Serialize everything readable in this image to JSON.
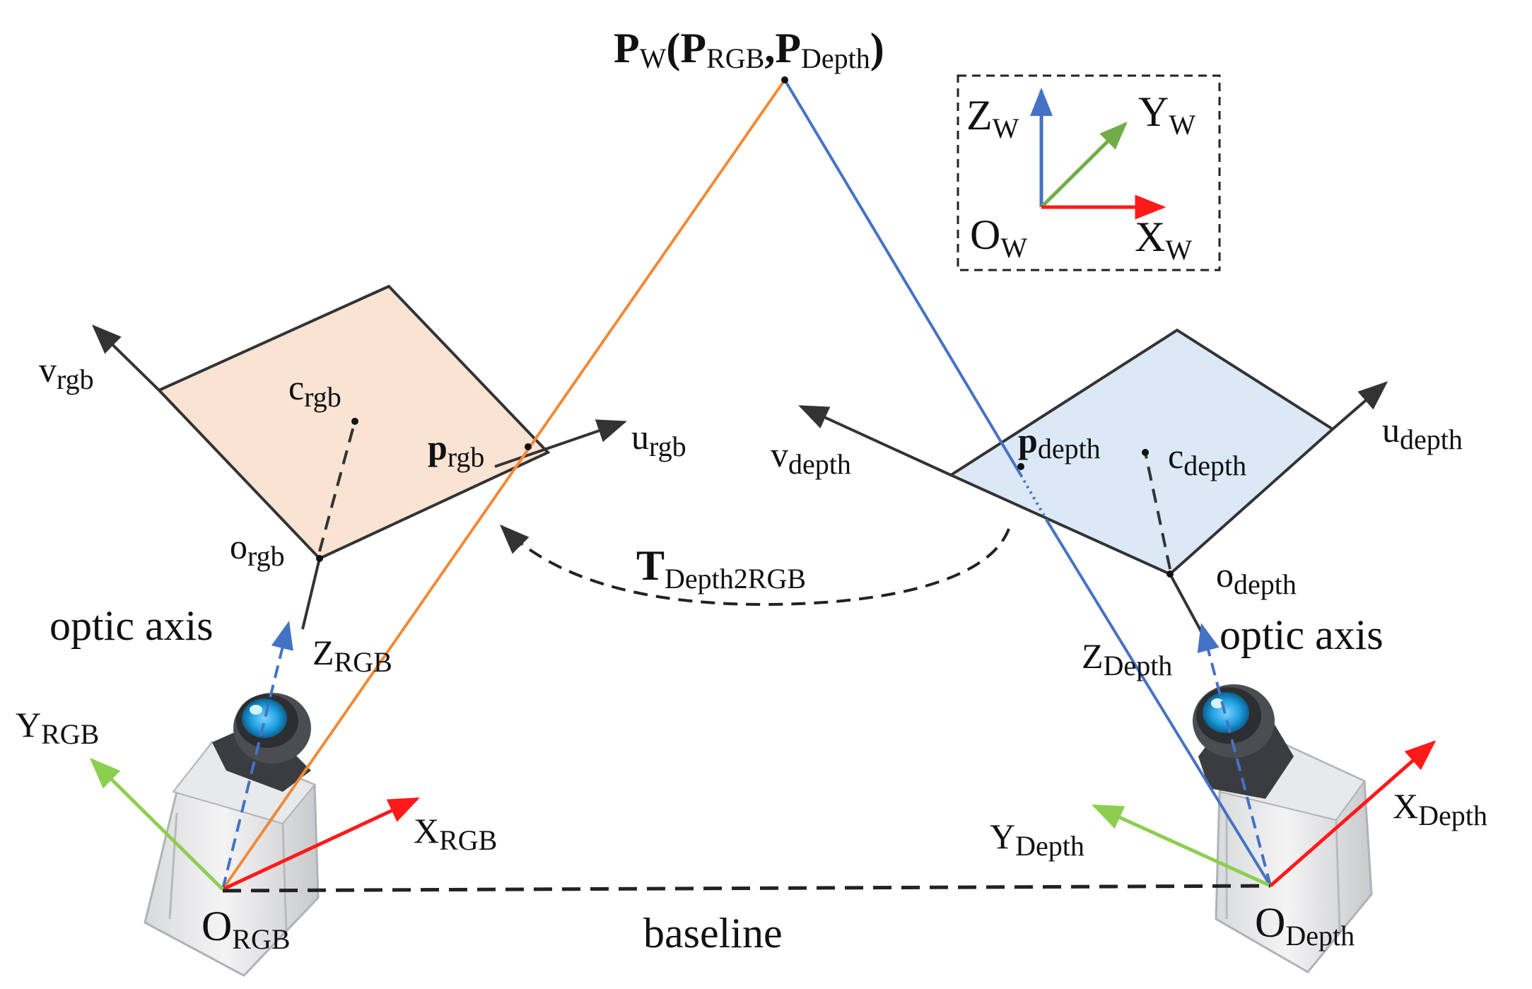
{
  "labels": {
    "pw_main": "P",
    "pw_sub": "W",
    "pw_open": "(",
    "prgb_main": "P",
    "prgb_sub": "RGB",
    "comma": ",",
    "pdepth_main": "P",
    "pdepth_sub": "Depth",
    "pw_close": ")",
    "zw_main": "Z",
    "zw_sub": "W",
    "yw_main": "Y",
    "yw_sub": "W",
    "ow_main": "O",
    "ow_sub": "W",
    "xw_main": "X",
    "xw_sub": "W",
    "vrgb_main": "v",
    "vrgb_sub": "rgb",
    "crgb_main": "c",
    "crgb_sub": "rgb",
    "p_rgb_main": "p",
    "p_rgb_sub": "rgb",
    "urgb_main": "u",
    "urgb_sub": "rgb",
    "orgb_main": "o",
    "orgb_sub": "rgb",
    "vdepth_main": "v",
    "vdepth_sub": "depth",
    "p_depth_main": "p",
    "p_depth_sub": "depth",
    "cdepth_main": "c",
    "cdepth_sub": "depth",
    "udepth_main": "u",
    "udepth_sub": "depth",
    "odepth_main": "o",
    "odepth_sub": "depth",
    "t_main": "T",
    "t_sub": "Depth2RGB",
    "optic_left": "optic axis",
    "optic_right": "optic axis",
    "zrgb_main": "Z",
    "zrgb_sub": "RGB",
    "zdepth_main": "Z",
    "zdepth_sub": "Depth",
    "yrgb_main": "Y",
    "yrgb_sub": "RGB",
    "xrgb_main": "X",
    "xrgb_sub": "RGB",
    "ydepth_main": "Y",
    "ydepth_sub": "Depth",
    "xdepth_main": "X",
    "xdepth_sub": "Depth",
    "orgb_cam_main": "O",
    "orgb_cam_sub": "RGB",
    "odepth_cam_main": "O",
    "odepth_cam_sub": "Depth",
    "baseline": "baseline"
  },
  "colors": {
    "rgb_ray": "#f08a38",
    "depth_ray": "#4472c4",
    "x_axis": "#ff1a1a",
    "y_axis": "#8ccf4f",
    "y_world": "#70ad47",
    "z_axis": "#4472c4",
    "rgb_plane": "#f9e3d3",
    "depth_plane": "#dbe8f6",
    "lens": "#1fa0e0"
  },
  "icons": [
    "rgb-camera-icon",
    "depth-camera-icon"
  ]
}
